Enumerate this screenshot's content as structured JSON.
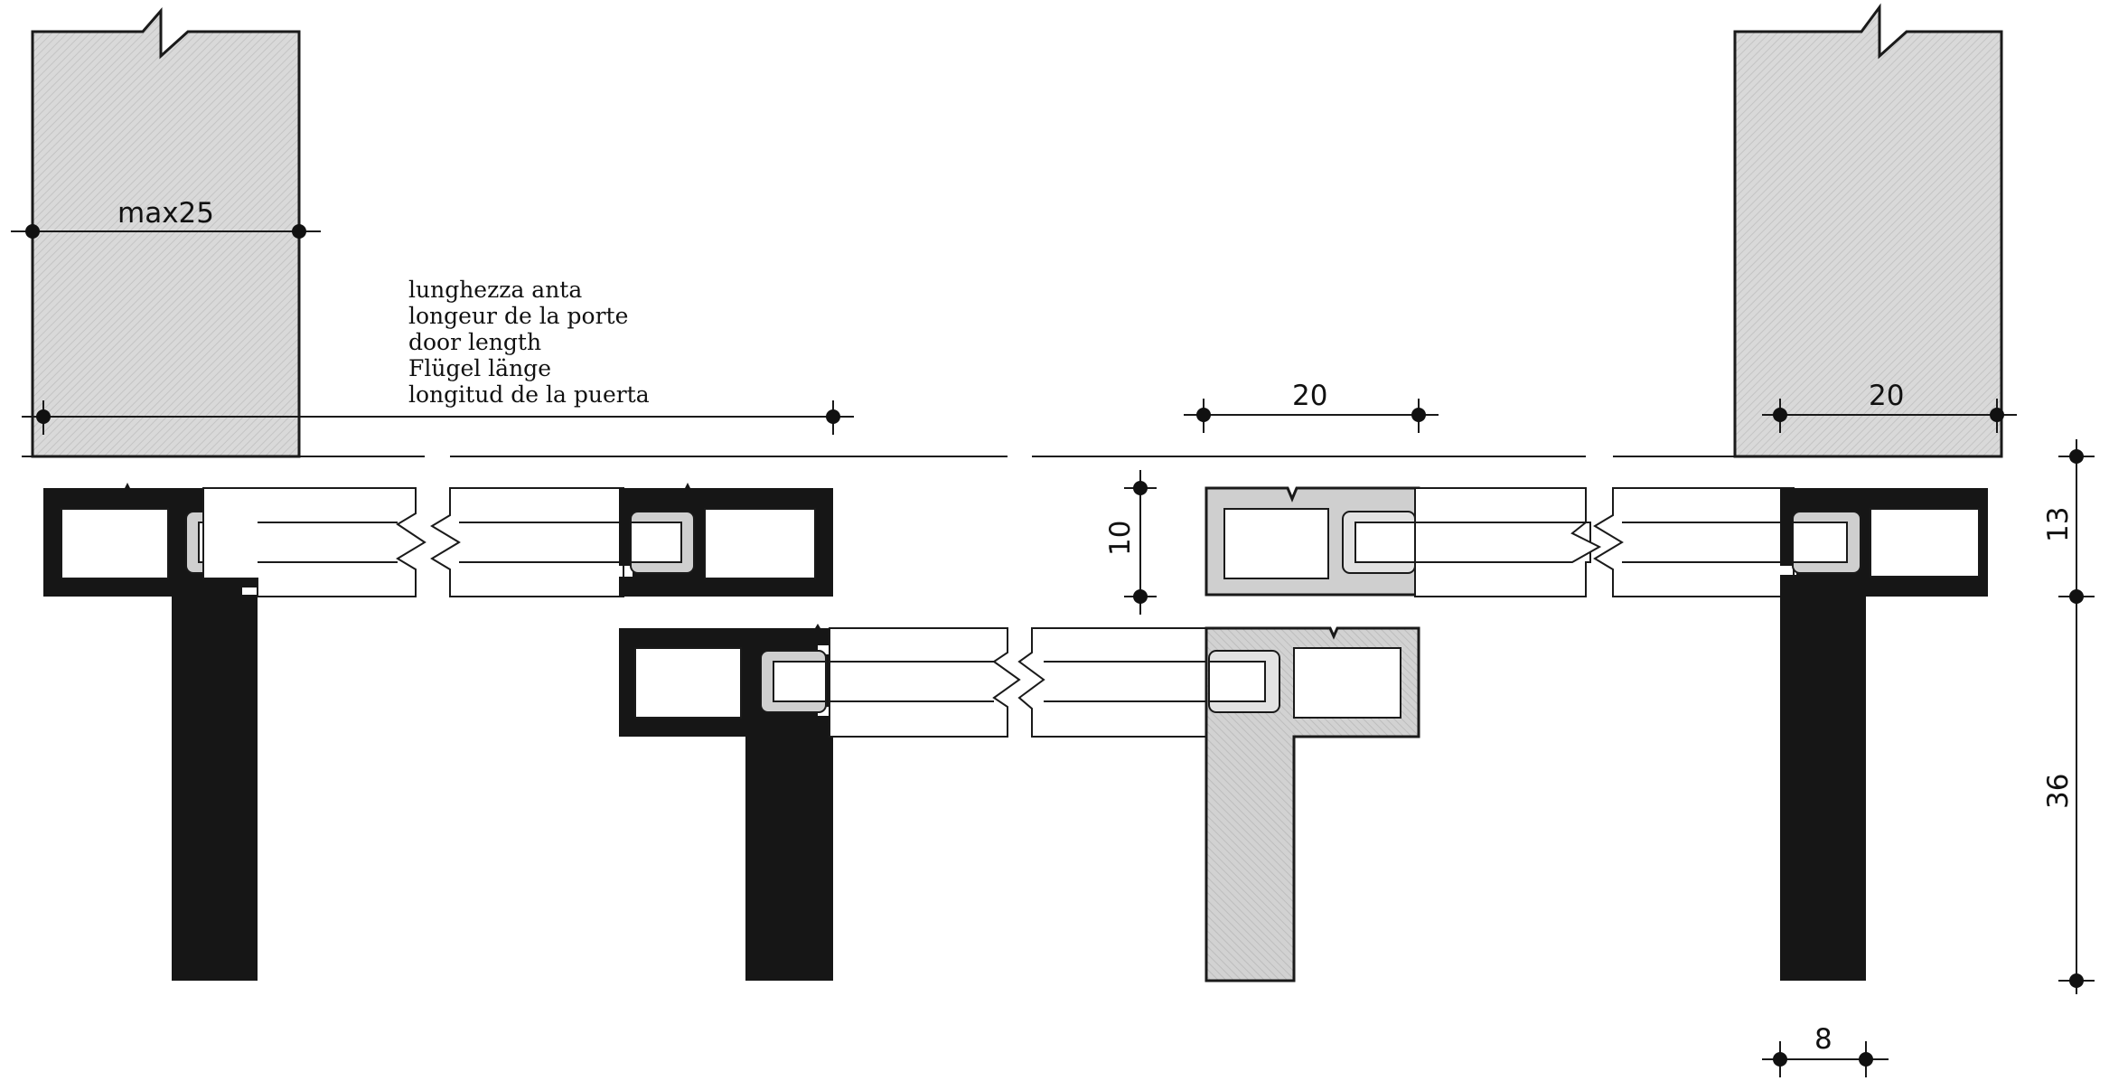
{
  "dimensions": {
    "max_width": "max25",
    "offset_left": "20",
    "offset_right": "20",
    "panel_thickness": "10",
    "top_height": "13",
    "post_height": "36",
    "post_width": "8"
  },
  "legend": {
    "lines": [
      "lunghezza anta",
      "longeur de la porte",
      "door length",
      "Flügel länge",
      "longitud de la puerta"
    ]
  },
  "colors": {
    "profile_dark": "#161616",
    "profile_light": "#cfcfcf",
    "wall": "#d6d6d6",
    "line": "#1a1a1a"
  }
}
